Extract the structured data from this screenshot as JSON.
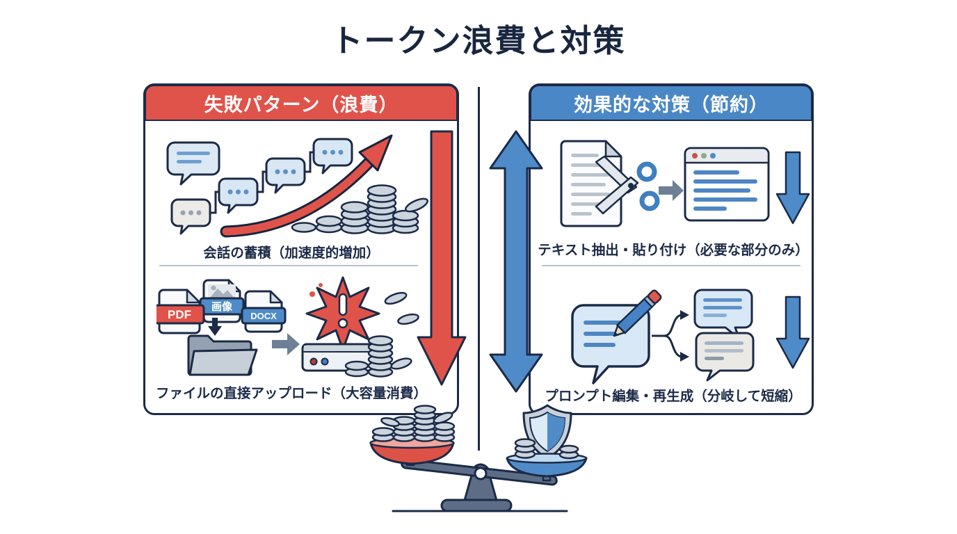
{
  "title": "トークン浪費と対策",
  "colors": {
    "red": "#E0534A",
    "blue": "#4E8BC8",
    "navy": "#1B2A47",
    "coin_gray": "#CCD5DE",
    "arrow_gray": "#6E8095",
    "bubble_light_blue": "#D9E8F6"
  },
  "left_panel": {
    "header": "失敗パターン（浪費）",
    "row1": {
      "caption": "会話の蓄積（加速度的増加）"
    },
    "row2": {
      "caption": "ファイルの直接アップロード（大容量消費）",
      "file_labels": {
        "pdf": "PDF",
        "image": "画像",
        "docx": "DOCX"
      }
    },
    "trend_icon": "big-red-down-arrow-icon"
  },
  "right_panel": {
    "header": "効果的な対策（節約）",
    "row1": {
      "caption": "テキスト抽出・貼り付け（必要な部分のみ）"
    },
    "row2": {
      "caption": "プロンプト編集・再生成（分岐して短縮）"
    },
    "trend_icon": "blue-double-vertical-arrow-icon"
  },
  "icons": {
    "left_row1": [
      "chat-thread-chain-icon",
      "rising-cost-curve-arrow-icon",
      "coin-pile-icon"
    ],
    "left_row2": [
      "pdf-file-icon",
      "image-file-icon",
      "docx-file-icon",
      "upload-down-arrow-icon",
      "folder-icon",
      "gray-right-arrow-icon",
      "explosion-alert-icon",
      "server-icon",
      "coin-stack-icon"
    ],
    "right_row1": [
      "document-icon",
      "scissors-icon",
      "gray-right-arrow-icon",
      "browser-window-icon",
      "small-blue-down-arrow-icon"
    ],
    "right_row2": [
      "chat-edit-pencil-icon",
      "branch-arrows-icon",
      "chat-variant-bubbles-icon",
      "small-blue-down-arrow-icon"
    ],
    "bottom": "balance-scale-icon"
  }
}
